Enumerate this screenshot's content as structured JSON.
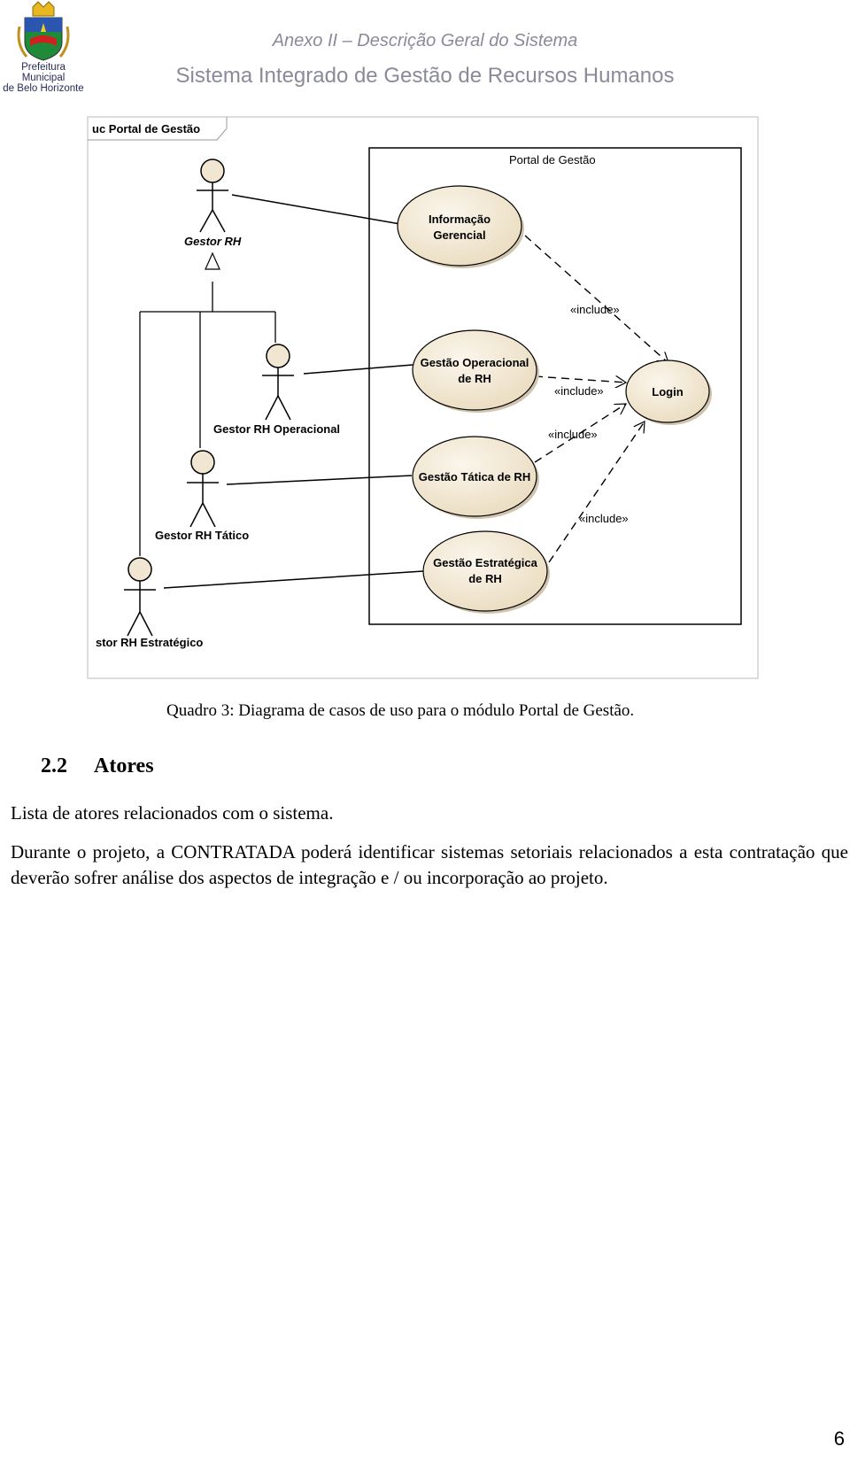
{
  "header": {
    "logo_text_1": "Prefeitura Municipal",
    "logo_text_2": "de Belo Horizonte",
    "annex_title": "Anexo II – Descrição Geral do Sistema",
    "system_title": "Sistema Integrado de Gestão de Recursos Humanos"
  },
  "diagram": {
    "frame_label": "uc Portal de Gestão",
    "boundary_label": "Portal de Gestão",
    "actors": {
      "gestor_rh": "Gestor RH",
      "operacional": "Gestor RH Operacional",
      "tatico": "Gestor RH Tático",
      "estrategico": "stor RH Estratégico"
    },
    "usecases": {
      "informacao_1": "Informação",
      "informacao_2": "Gerencial",
      "operacional_1": "Gestão Operacional",
      "operacional_2": "de RH",
      "tatica": "Gestão Tática de RH",
      "estrategica_1": "Gestão Estratégica",
      "estrategica_2": "de RH",
      "login": "Login"
    },
    "include_label": "«include»"
  },
  "caption": "Quadro 3: Diagrama de casos de uso para o módulo Portal de Gestão.",
  "section": {
    "number": "2.2",
    "title": "Atores"
  },
  "paragraph_1": "Lista de atores relacionados com o sistema.",
  "paragraph_2": "Durante o projeto, a CONTRATADA poderá identificar sistemas setoriais relacionados a esta contratação que deverão sofrer análise dos aspectos de integração e / ou incorporação ao projeto.",
  "page_number": "6"
}
